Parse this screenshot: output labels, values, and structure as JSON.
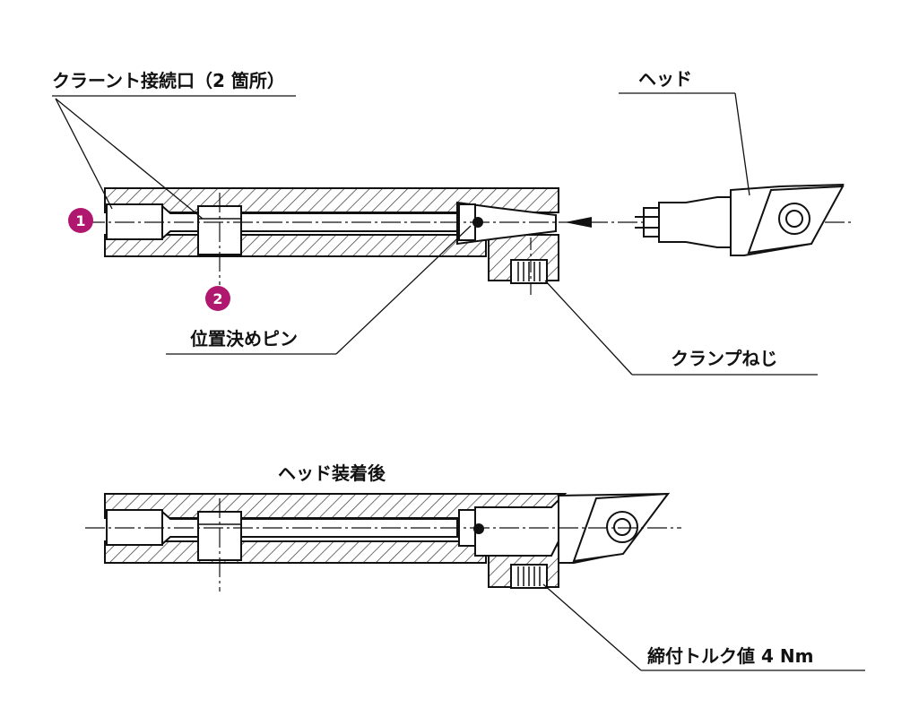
{
  "labels": {
    "coolant_port": "クラーント接続口（2 箇所）",
    "head": "ヘッド",
    "locating_pin": "位置決めピン",
    "clamp_screw": "クランプねじ",
    "after_head_mounted": "ヘッド装着後",
    "tightening_torque": "締付トルク値 4 Nm"
  },
  "markers": [
    {
      "number": "1"
    },
    {
      "number": "2"
    }
  ],
  "colors": {
    "marker": "#b0186f",
    "line": "#111111",
    "hatch": "#333333"
  }
}
